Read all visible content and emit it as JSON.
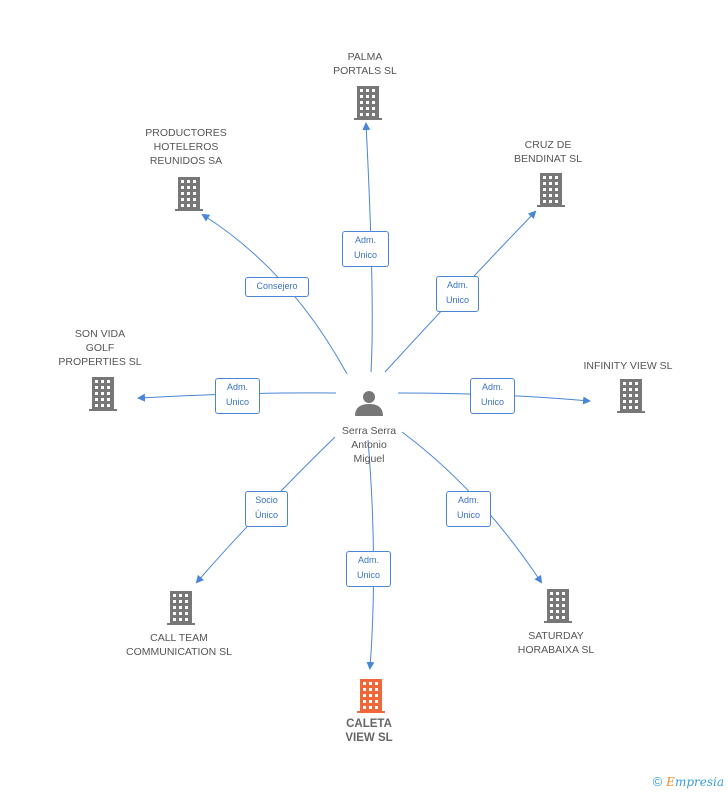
{
  "person": {
    "name": "Serra Serra\nAntonio\nMiguel",
    "icon": "person-icon"
  },
  "companies": [
    {
      "id": "palma",
      "name": "PALMA\nPORTALS SL",
      "relation": "Adm.\nUnico",
      "main": false,
      "color": "#777777"
    },
    {
      "id": "productores",
      "name": "PRODUCTORES\nHOTELEROS\nREUNIDOS SA",
      "relation": "Consejero",
      "main": false,
      "color": "#777777"
    },
    {
      "id": "cruz",
      "name": "CRUZ DE\nBENDINAT SL",
      "relation": "Adm.\nUnico",
      "main": false,
      "color": "#777777"
    },
    {
      "id": "sonvida",
      "name": "SON VIDA\nGOLF\nPROPERTIES SL",
      "relation": "Adm.\nUnico",
      "main": false,
      "color": "#777777"
    },
    {
      "id": "infinity",
      "name": "INFINITY VIEW SL",
      "relation": "Adm.\nUnico",
      "main": false,
      "color": "#777777"
    },
    {
      "id": "callteam",
      "name": "CALL TEAM\nCOMMUNICATION SL",
      "relation": "Socio\nÚnico",
      "main": false,
      "color": "#777777"
    },
    {
      "id": "saturday",
      "name": "SATURDAY\nHORABAIXA SL",
      "relation": "Adm.\nUnico",
      "main": false,
      "color": "#777777"
    },
    {
      "id": "caleta",
      "name": "CALETA\nVIEW SL",
      "relation": "Adm.\nUnico",
      "main": true,
      "color": "#f0683a"
    }
  ],
  "edge_color": "#4a86d6",
  "brand": {
    "copyright": "©",
    "name_first": "E",
    "name_rest": "mpresia"
  }
}
